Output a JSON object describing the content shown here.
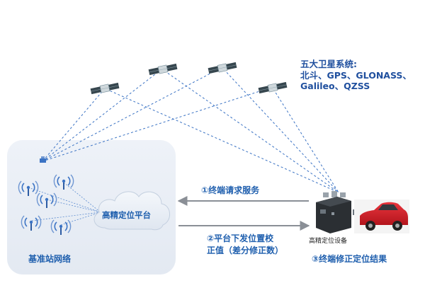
{
  "satellite_caption": {
    "line1": "五大卫星系统:",
    "line2": "北斗、GPS、GLONASS、",
    "line3": "Galileo、QZSS"
  },
  "platform": {
    "label": "高精定位平台"
  },
  "network": {
    "label": "基准站网络"
  },
  "arrows": {
    "request": "①终端请求服务",
    "correction_line1": "②平台下发位置校",
    "correction_line2": "正值（差分修正数）"
  },
  "device": {
    "label": "高精定位设备"
  },
  "result": {
    "label": "③终端修正定位结果"
  },
  "colors": {
    "primary_text": "#1f5fae",
    "dashed_line": "#3b73c4",
    "arrow": "#8a8f96",
    "network_box": "#e9eef5",
    "car": "#d4232b"
  }
}
